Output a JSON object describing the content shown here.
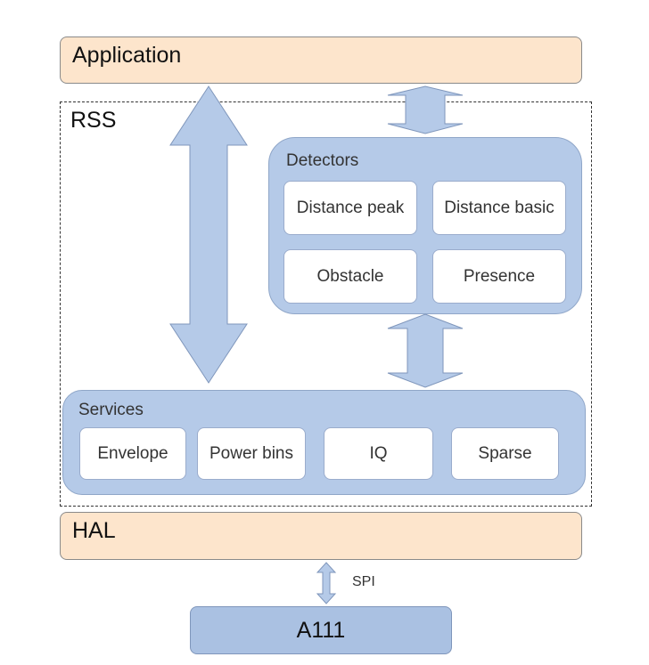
{
  "layers": {
    "application": "Application",
    "rss": "RSS",
    "hal": "HAL",
    "chip": "A111"
  },
  "detectors": {
    "title": "Detectors",
    "items": [
      "Distance peak",
      "Distance basic",
      "Obstacle",
      "Presence"
    ]
  },
  "services": {
    "title": "Services",
    "items": [
      "Envelope",
      "Power bins",
      "IQ",
      "Sparse"
    ]
  },
  "interface": {
    "spi_label": "SPI"
  },
  "colors": {
    "peach": "#fde5cc",
    "light_blue": "#b5cae8",
    "chip_blue": "#aac1e2"
  }
}
